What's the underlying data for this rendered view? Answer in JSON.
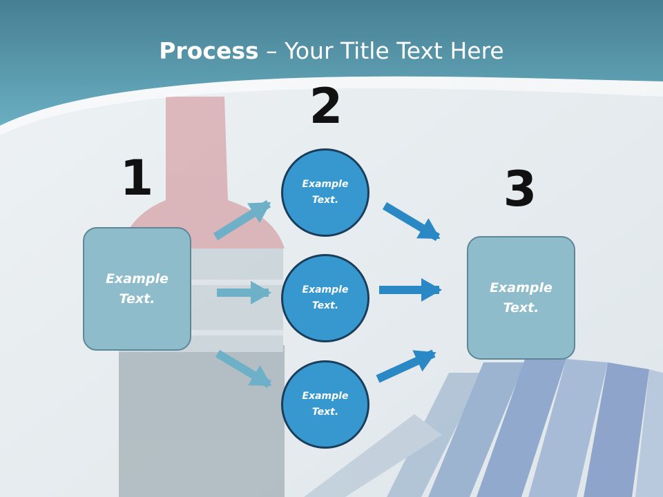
{
  "title": {
    "bold": "Process",
    "rest": " – Your Title Text Here"
  },
  "steps": {
    "step1": {
      "number": "1",
      "line1": "Example",
      "line2": "Text."
    },
    "step2": {
      "number": "2",
      "circles": [
        {
          "line1": "Example",
          "line2": "Text."
        },
        {
          "line1": "Example",
          "line2": "Text."
        },
        {
          "line1": "Example",
          "line2": "Text."
        }
      ]
    },
    "step3": {
      "number": "3",
      "line1": "Example",
      "line2": "Text."
    }
  },
  "colors": {
    "header": "#4a8ea3",
    "box_fill": "#8ebccb",
    "circle_fill": "#3797cf",
    "arrow_light": "#6fb0c9",
    "arrow_dark": "#2a88c5",
    "number": "#111111"
  }
}
